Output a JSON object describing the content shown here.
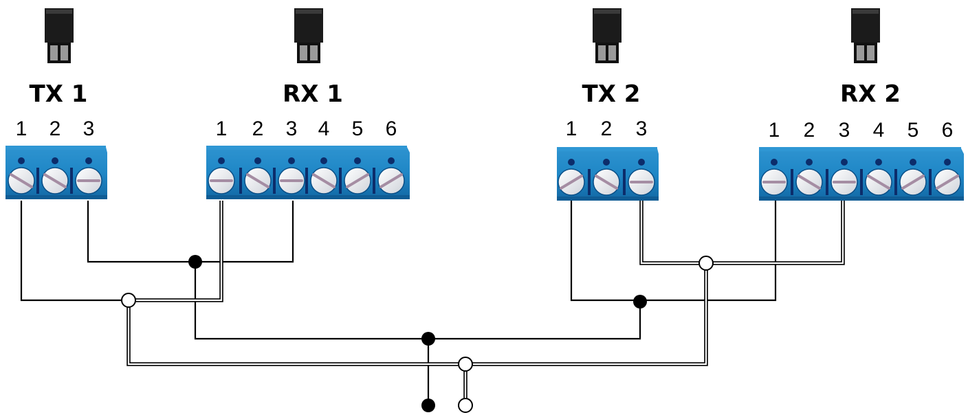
{
  "devices": [
    {
      "label": "TX 1",
      "pins": [
        "1",
        "2",
        "3"
      ]
    },
    {
      "label": "RX 1",
      "pins": [
        "1",
        "2",
        "3",
        "4",
        "5",
        "6"
      ]
    },
    {
      "label": "TX 2",
      "pins": [
        "1",
        "2",
        "3"
      ]
    },
    {
      "label": "RX 2",
      "pins": [
        "1",
        "2",
        "3",
        "4",
        "5",
        "6"
      ]
    }
  ],
  "colors": {
    "terminal_block": "#1f87c6",
    "terminal_dark": "#0f5c94",
    "jumper": "#1b1b1b",
    "wire": "#000000"
  }
}
